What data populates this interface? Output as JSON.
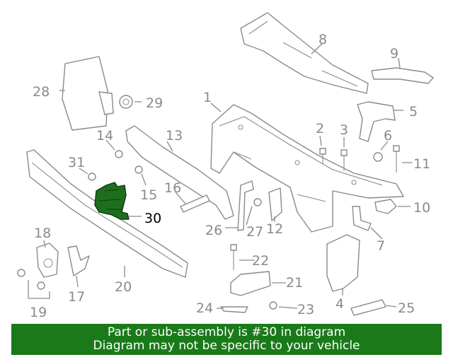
{
  "callouts": {
    "c1": "1",
    "c2": "2",
    "c3": "3",
    "c4": "4",
    "c5": "5",
    "c6": "6",
    "c7": "7",
    "c8": "8",
    "c9": "9",
    "c10": "10",
    "c11": "11",
    "c12": "12",
    "c13": "13",
    "c14": "14",
    "c15": "15",
    "c16": "16",
    "c17": "17",
    "c18": "18",
    "c19": "19",
    "c20": "20",
    "c21": "21",
    "c22": "22",
    "c23": "23",
    "c24": "24",
    "c25": "25",
    "c26": "26",
    "c27": "27",
    "c28": "28",
    "c29": "29",
    "c30": "30",
    "c31": "31"
  },
  "highlight_part": "30",
  "colors": {
    "highlight": "#1f6e1f",
    "banner": "#1a7a1a",
    "line": "#8a8a8a"
  },
  "banner": {
    "line1": "Part or sub-assembly is #30 in diagram",
    "line2": "Diagram may not be specific to your vehicle"
  }
}
